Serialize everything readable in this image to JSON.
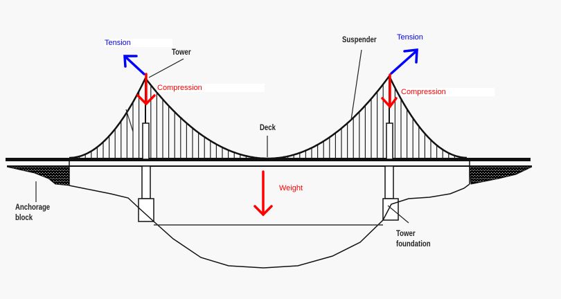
{
  "labels": {
    "tension_left": "Tension",
    "tower": "Tower",
    "compression_left": "Compression",
    "deck": "Deck",
    "suspender": "Suspender",
    "tension_right": "Tension",
    "compression_right": "Compression",
    "weight": "Weight",
    "anchorage_block": [
      "Anchorage",
      "block"
    ],
    "tower_foundation": [
      "Tower",
      "foundation"
    ]
  },
  "colors": {
    "tension": "#0000ff",
    "compression": "#ff0000",
    "weight": "#ff0000",
    "structure": "#111111"
  }
}
